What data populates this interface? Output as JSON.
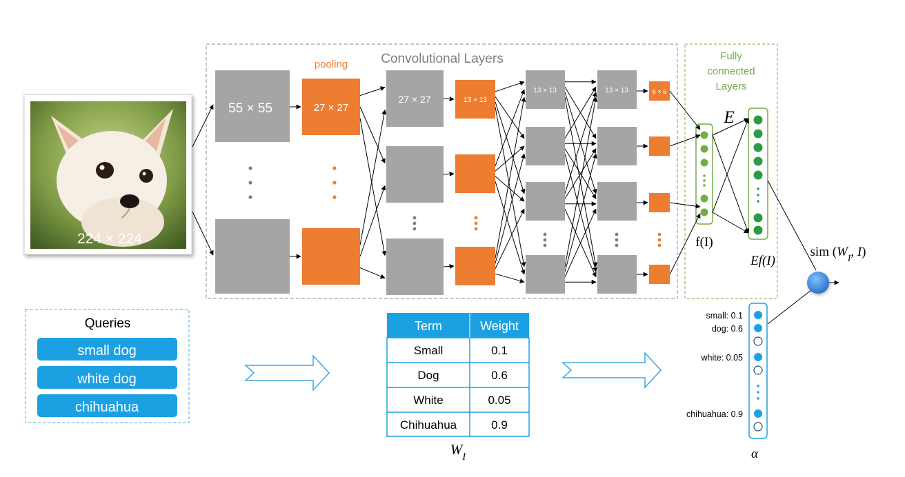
{
  "image": {
    "size_label": "224 × 224",
    "subject_icon": "chihuahua-photo"
  },
  "conv": {
    "title": "Convolutional Layers",
    "pooling_label": "pooling",
    "col1_label": "55 × 55",
    "col2_label": "27 × 27",
    "col3_label": "27 × 27",
    "col4_label": "13 × 13",
    "col5_label": "13 × 13",
    "col6_label": "13 × 13",
    "col7_label": "6 × 6"
  },
  "fc": {
    "title_line1": "Fully",
    "title_line2": "connected",
    "title_line3": "Layers",
    "e_label": "E",
    "f_label": "f(I)",
    "ef_label": "Ef(I)",
    "sim_label": "sim (W_I, I)"
  },
  "queries": {
    "title": "Queries",
    "items": [
      "small dog",
      "white dog",
      "chihuahua"
    ]
  },
  "weights": {
    "headers": [
      "Term",
      "Weight"
    ],
    "rows": [
      [
        "Small",
        "0.1"
      ],
      [
        "Dog",
        "0.6"
      ],
      [
        "White",
        "0.05"
      ],
      [
        "Chihuahua",
        "0.9"
      ]
    ],
    "caption": "W_I"
  },
  "alpha": {
    "labels": [
      "small: 0.1",
      "dog: 0.6",
      "white: 0.05",
      "chihuahua: 0.9"
    ],
    "caption": "α"
  },
  "colors": {
    "gray": "#a5a5a5",
    "orange": "#ed7d31",
    "green": "#70ad47",
    "blue": "#1ba1e2",
    "dark_blue": "#2e75b6"
  }
}
